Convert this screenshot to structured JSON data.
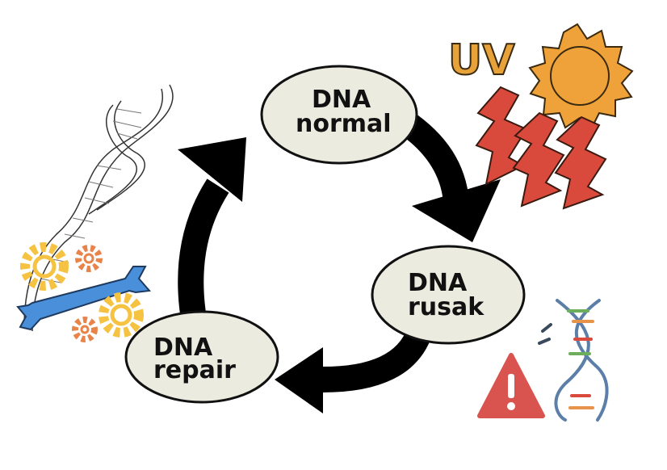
{
  "nodes": {
    "normal": {
      "line1": "DNA",
      "line2": "normal"
    },
    "rusak": {
      "line1": "DNA",
      "line2": "rusak"
    },
    "repair": {
      "line1": "DNA",
      "line2": "repair"
    }
  },
  "uv_label": "UV",
  "colors": {
    "node_fill": "#ecebe0",
    "node_stroke": "#111111",
    "arrow": "#000000",
    "uv_orange": "#e8a23a",
    "sun_fill": "#f0a23a",
    "lightning_red": "#d94a3d",
    "warning_red": "#d9534f",
    "gear_yellow": "#f5c242",
    "gear_orange": "#e8834a",
    "wrench_blue": "#4a8fd9",
    "dna_green": "#6cae5c",
    "dna_orange": "#e8934a",
    "dna_red": "#d94a3d",
    "dna_blue": "#5b7fa8"
  },
  "icons": [
    "dna-helix-icon",
    "gear-icon",
    "wrench-icon",
    "sun-icon",
    "lightning-icon",
    "warning-icon",
    "broken-dna-icon"
  ]
}
